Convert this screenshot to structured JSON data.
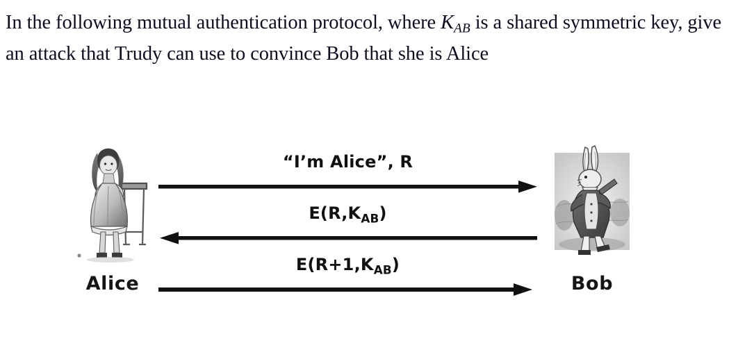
{
  "question": {
    "line1_a": "In the following mutual authentication protocol, where ",
    "key_symbol": "K",
    "key_subscript": "AB",
    "line1_b": " is a shared symmetric key, give an attack that Trudy can use to convince Bob that she is Alice",
    "full_text": "In the following mutual authentication protocol, where K AB is a shared symmetric key, give an attack that Trudy can use to convince Bob that she is Alice",
    "text_color": "#0d0d22"
  },
  "diagram": {
    "actors": [
      {
        "id": "alice",
        "label": "Alice",
        "figure_icon": "alice-illustration-icon",
        "side": "left"
      },
      {
        "id": "bob",
        "label": "Bob",
        "figure_icon": "white-rabbit-illustration-icon",
        "side": "right"
      }
    ],
    "messages": [
      {
        "index": 1,
        "label_main": "“I’m Alice”, R",
        "label_sub": "",
        "label_tail": "",
        "direction": "right",
        "arrow_icon": "arrow-right-icon"
      },
      {
        "index": 2,
        "label_main": "E(R,K",
        "label_sub": "AB",
        "label_tail": ")",
        "direction": "left",
        "arrow_icon": "arrow-left-icon"
      },
      {
        "index": 3,
        "label_main": "E(R+1,K",
        "label_sub": "AB",
        "label_tail": ")",
        "direction": "right",
        "arrow_icon": "arrow-right-icon"
      }
    ],
    "line_color": "#111111",
    "background_color": "#ffffff"
  }
}
